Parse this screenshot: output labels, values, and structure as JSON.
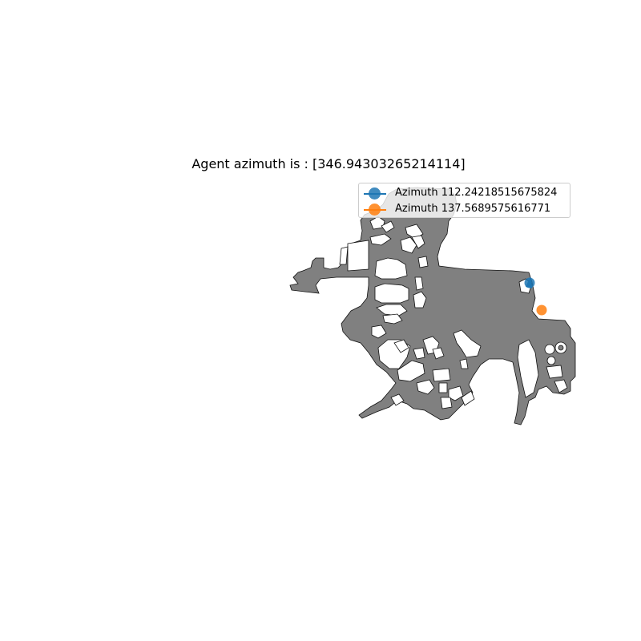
{
  "title": "Agent azimuth is : [346.94303265214114]",
  "colors": {
    "map_fill": "#808080",
    "map_edge": "#111111",
    "background": "#ffffff",
    "series_blue": "#1f77b4",
    "series_orange": "#ff7f0e"
  },
  "legend": {
    "placement": "top-right",
    "items": [
      {
        "label": "Azimuth 112.24218515675824",
        "color": "#1f77b4"
      },
      {
        "label": "Azimuth 137.5689575616771",
        "color": "#ff7f0e"
      }
    ]
  },
  "agent": {
    "azimuth_deg": 346.94303265214114
  }
}
